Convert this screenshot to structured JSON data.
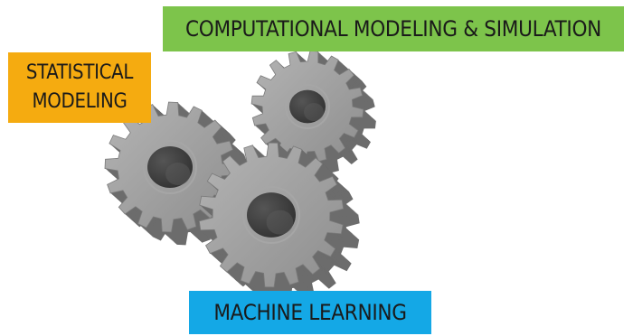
{
  "labels": {
    "computational": {
      "text": "COMPUTATIONAL MODELING & SIMULATION",
      "color": "#7dc44b"
    },
    "statistical": {
      "line1": "STATISTICAL",
      "line2": "MODELING",
      "color": "#f5ab10"
    },
    "machine_learning": {
      "text": "MACHINE LEARNING",
      "color": "#14a8e6"
    }
  },
  "gears": {
    "count": 3,
    "icon": "gear-icon",
    "face_color": "#9c9c9c",
    "side_color": "#6c6c6c",
    "hole_color": "#3f3f3f"
  }
}
